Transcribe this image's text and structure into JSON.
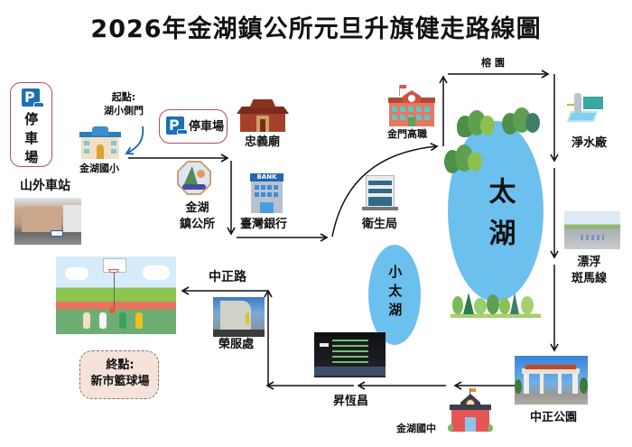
{
  "title": "2026年金湖鎮公所元旦升旗健走路線圖",
  "colors": {
    "lake": "#6cc0ee",
    "parking_border": "#b04a78",
    "parking_icon": "#1c6fb8",
    "end_box_fill": "#f5e3db",
    "arrow": "#111111"
  },
  "icons": {
    "parking": "parking-sign-icon",
    "school": "school-building-icon",
    "temple": "temple-icon",
    "bank": "bank-building-icon",
    "office": "office-building-icon",
    "waterworks": "water-plant-icon",
    "trees": "trees-icon",
    "clock_school": "clocktower-school-icon"
  },
  "parking_left": {
    "icon_letter": "P",
    "label": "停車場"
  },
  "parking_middle": {
    "icon_letter": "P",
    "label": "停車場"
  },
  "start": {
    "line1": "起點:",
    "line2": "湖小側門"
  },
  "stops": {
    "shanwai_station": "山外車站",
    "jinhu_elementary": "金湖國小",
    "township_office_line1": "金湖",
    "township_office_line2": "鎮公所",
    "zhongyi_temple": "忠義廟",
    "bank_of_taiwan": "臺灣銀行",
    "bank_sign": "BANK",
    "health_bureau": "衛生局",
    "kinmen_vocational": "金門高職",
    "rong_yuan": "榕 園",
    "water_plant": "淨水廠",
    "floating_crosswalk_line1": "漂浮",
    "floating_crosswalk_line2": "斑馬線",
    "zhongzheng_park": "中正公園",
    "jinhu_junior_high": "金湖國中",
    "sheng_heng_chang": "昇恆昌",
    "veterans_office": "榮服處",
    "zhongzheng_road": "中正路"
  },
  "lakes": {
    "tai_lake": "太湖",
    "little_tai_lake": "小太湖"
  },
  "end": {
    "line1": "終點:",
    "line2": "新市籃球場"
  }
}
